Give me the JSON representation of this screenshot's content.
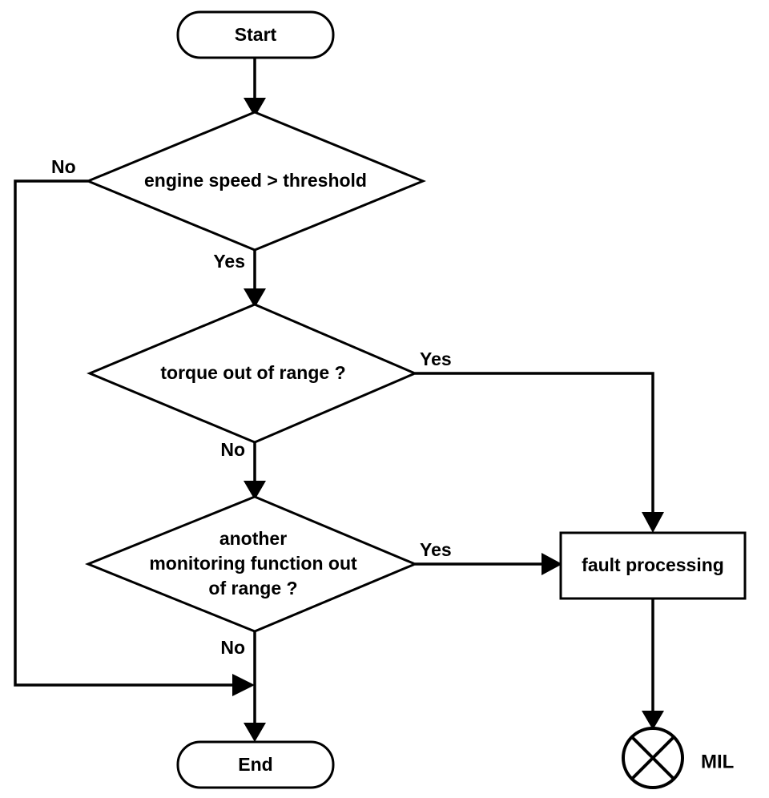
{
  "diagram": {
    "title": "engine monitoring fault detection flowchart",
    "background_color": "#ffffff",
    "line_color": "#000000",
    "nodes": {
      "start": {
        "label": "Start",
        "shape": "terminator"
      },
      "decision_speed": {
        "label": "engine speed > threshold",
        "shape": "decision"
      },
      "decision_torque": {
        "label": "torque out of range ?",
        "shape": "decision"
      },
      "decision_other_line1": {
        "label": "another",
        "shape": "decision"
      },
      "decision_other_line2": {
        "label": "monitoring function out",
        "shape": "decision"
      },
      "decision_other_line3": {
        "label": "of range ?",
        "shape": "decision"
      },
      "fault_processing": {
        "label": "fault processing",
        "shape": "process"
      },
      "end": {
        "label": "End",
        "shape": "terminator"
      },
      "mil": {
        "label": "MIL",
        "shape": "lamp"
      }
    },
    "edge_labels": {
      "speed_no": "No",
      "speed_yes": "Yes",
      "torque_yes": "Yes",
      "torque_no": "No",
      "other_yes": "Yes",
      "other_no": "No"
    }
  }
}
